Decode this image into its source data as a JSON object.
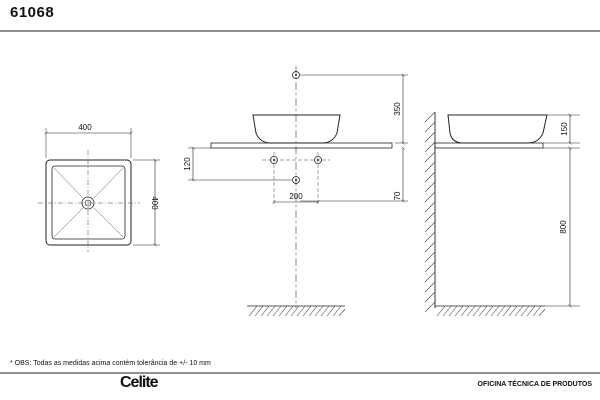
{
  "header": {
    "product_code": "61068"
  },
  "dimensions": {
    "plan_width": "400",
    "plan_depth": "400",
    "front_height_above": "350",
    "front_offset_120": "120",
    "front_bottom_70": "70",
    "front_spacing_200": "200",
    "side_bowl_height": "150",
    "side_counter_height": "800"
  },
  "footer": {
    "note": "* OBS: Todas as medidas acima contém tolerância de +/- 10 mm",
    "brand": "Celite",
    "office": "OFICINA TÉCNICA DE PRODUTOS"
  },
  "colors": {
    "line": "#222222",
    "hatch": "#444444"
  }
}
